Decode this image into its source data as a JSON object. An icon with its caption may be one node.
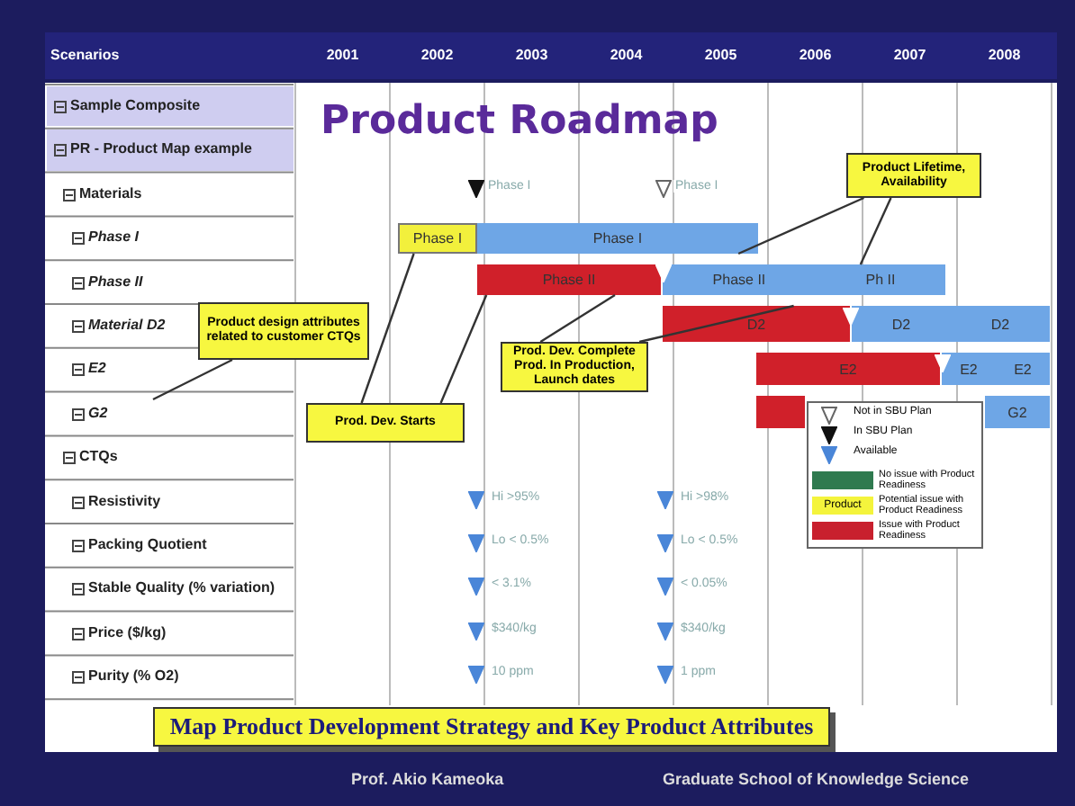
{
  "diagram": {
    "title": "Product Roadmap",
    "caption": "Map Product Development Strategy and Key Product Attributes",
    "nodes": [
      {
        "text": [
          "Product Lifetime, Availability"
        ]
      },
      {
        "text": [
          "Phase I"
        ]
      },
      {
        "text": [
          "Phase I"
        ]
      },
      {
        "text": [
          "Phase II"
        ]
      },
      {
        "text": [
          "Phase II",
          "Ph II"
        ]
      },
      {
        "text": [
          "D2"
        ]
      },
      {
        "text": [
          "D2",
          "D2"
        ]
      },
      {
        "text": [
          "Product design attributes related to customer CTQs"
        ]
      },
      {
        "text": [
          "Prod. Dev. Complete Prod. In Production, Launch dates"
        ]
      },
      {
        "text": [
          "E2"
        ]
      },
      {
        "text": [
          "E2",
          "E2"
        ]
      },
      {
        "text": [],
        "shape": "bar"
      },
      {
        "text": [
          "G2"
        ]
      },
      {
        "text": [
          "Prod. Dev. Starts"
        ]
      }
    ],
    "edges": [
      {
        "from": 0,
        "to": 2,
        "arrow": "none"
      },
      {
        "from": 0,
        "to": 4,
        "arrow": "none"
      },
      {
        "from": 7,
        "to": null,
        "arrow": "none"
      },
      {
        "from": 8,
        "to": 3,
        "arrow": "none"
      },
      {
        "from": 8,
        "to": 5,
        "arrow": "none"
      },
      {
        "from": 13,
        "to": 1,
        "arrow": "none"
      },
      {
        "from": 13,
        "to": 3,
        "arrow": "none"
      }
    ],
    "labels": [
      "Scenarios",
      "2001",
      "2002",
      "2003",
      "2004",
      "2005",
      "2006",
      "2007",
      "2008",
      "Sample Composite",
      "PR - Product Map example",
      "Materials",
      "Phase I",
      "Phase II",
      "Material D2",
      "E2",
      "G2",
      "CTQs",
      "Resistivity",
      "Packing Quotient",
      "Stable Quality (% variation)",
      "Price ($/kg)",
      "Purity (% O2)",
      "Phase I",
      "Phase I",
      "Hi >95%",
      "Hi >98%",
      "Lo < 0.5%",
      "Lo < 0.5%",
      "< 3.1%",
      "< 0.05%",
      "$340/kg",
      "$340/kg",
      "10 ppm",
      "1 ppm",
      "Product",
      "Prof. Akio Kameoka",
      "Graduate School of Knowledge Science"
    ],
    "legend": [
      {
        "text": "Not in SBU Plan"
      },
      {
        "text": "In SBU Plan"
      },
      {
        "text": "Available"
      },
      {
        "text": "No issue with Product Readiness",
        "color": "#2f7a4f"
      },
      {
        "text": "Potential issue with Product Readiness",
        "color": "#f4f43c"
      },
      {
        "text": "Issue with Product Readiness",
        "color": "#c8202e"
      }
    ]
  }
}
